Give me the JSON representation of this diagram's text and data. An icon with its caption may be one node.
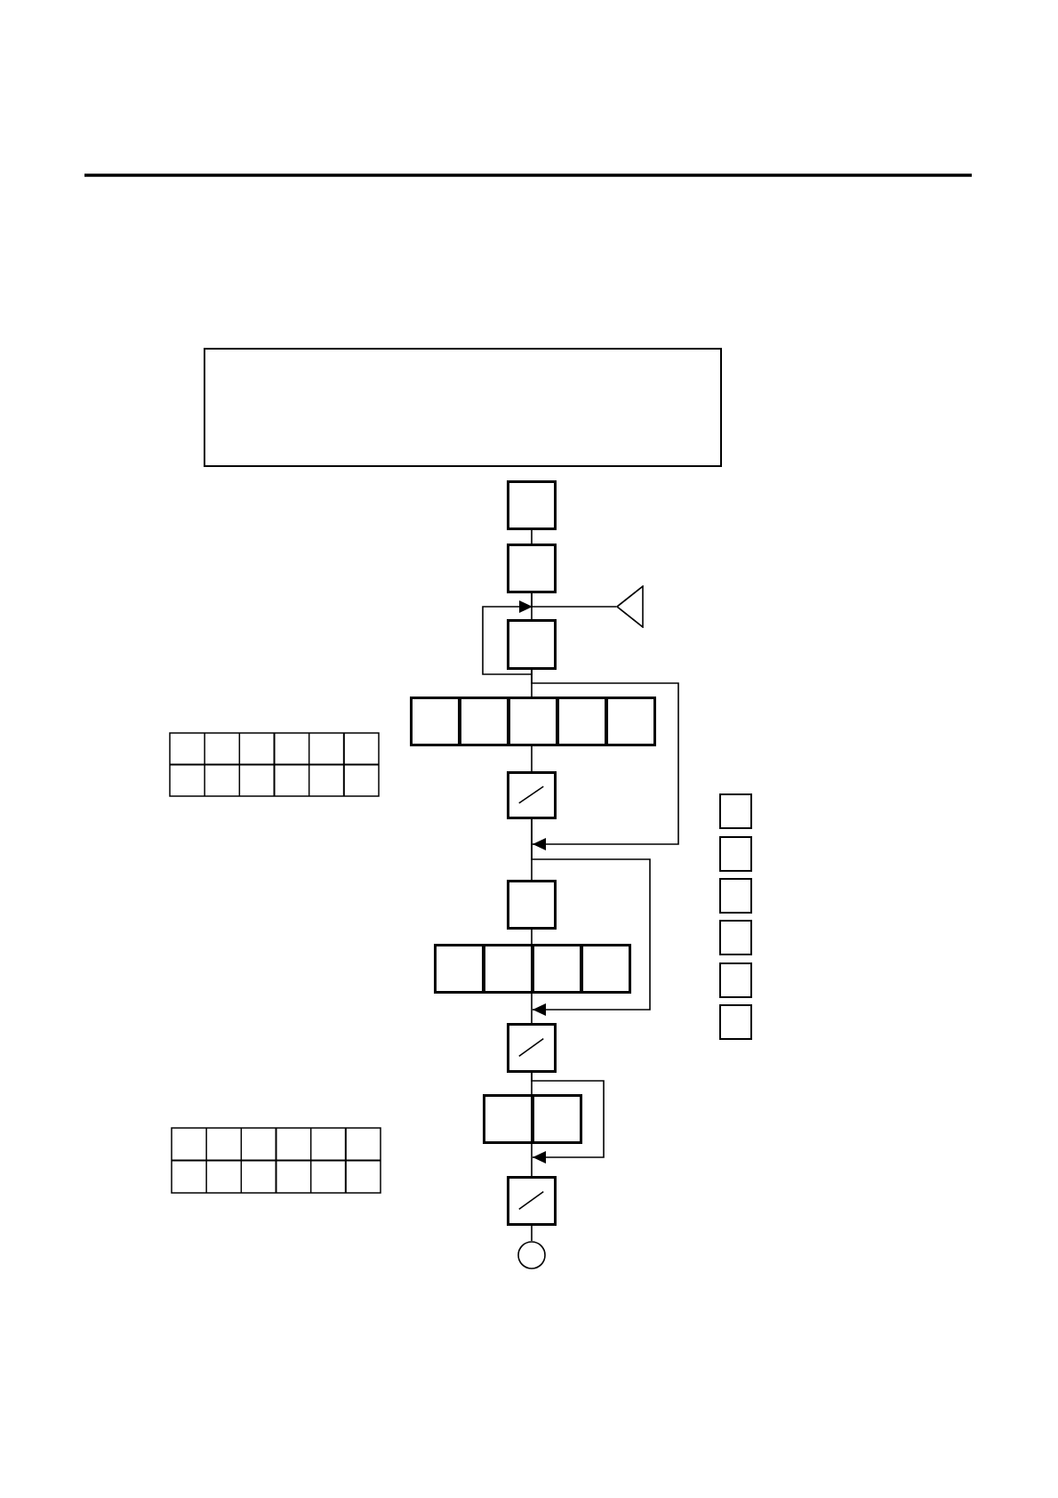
{
  "diagram": {
    "nodes": [
      {
        "text": [],
        "shape": "box"
      },
      {
        "text": [],
        "shape": "box"
      },
      {
        "text": [],
        "shape": "box"
      },
      {
        "text": [],
        "shape": "triangle"
      },
      {
        "text": [],
        "shape": "box"
      },
      {
        "text": [],
        "shape": "box"
      },
      {
        "text": [],
        "shape": "box"
      },
      {
        "text": [],
        "shape": "box"
      },
      {
        "text": [],
        "shape": "box"
      },
      {
        "text": [],
        "shape": "box"
      },
      {
        "text": [],
        "shape": "box"
      },
      {
        "text": [],
        "shape": "box"
      },
      {
        "text": [],
        "shape": "box"
      },
      {
        "text": [],
        "shape": "box"
      },
      {
        "text": [],
        "shape": "box"
      },
      {
        "text": [],
        "shape": "box"
      },
      {
        "text": [],
        "shape": "box"
      },
      {
        "text": [],
        "shape": "box"
      },
      {
        "text": [],
        "shape": "box"
      },
      {
        "text": [],
        "shape": "box"
      },
      {
        "text": [],
        "shape": "circle"
      },
      {
        "text": [],
        "shape": "box"
      },
      {
        "text": [],
        "shape": "box"
      },
      {
        "text": [],
        "shape": "box"
      },
      {
        "text": [],
        "shape": "box"
      },
      {
        "text": [],
        "shape": "box"
      },
      {
        "text": [],
        "shape": "box"
      }
    ],
    "edges": [
      {
        "from": 1,
        "to": 2,
        "arrow": "none"
      },
      {
        "from": 2,
        "to": 4,
        "arrow": "none"
      },
      {
        "from": 3,
        "to": 2,
        "arrow": "none"
      },
      {
        "from": 4,
        "to": 4,
        "arrow": "to"
      },
      {
        "from": 4,
        "to": 7,
        "arrow": "none"
      },
      {
        "from": 7,
        "to": 10,
        "arrow": "none"
      },
      {
        "from": 10,
        "to": 11,
        "arrow": "none"
      },
      {
        "from": 4,
        "to": 11,
        "arrow": "to"
      },
      {
        "from": 11,
        "to": 13,
        "arrow": "none"
      },
      {
        "from": 13,
        "to": 16,
        "arrow": "none"
      },
      {
        "from": 10,
        "to": 16,
        "arrow": "to"
      },
      {
        "from": 16,
        "to": 17,
        "arrow": "none"
      },
      {
        "from": 17,
        "to": 19,
        "arrow": "none"
      },
      {
        "from": 16,
        "to": 19,
        "arrow": "to"
      },
      {
        "from": 19,
        "to": 20,
        "arrow": "none"
      }
    ]
  }
}
